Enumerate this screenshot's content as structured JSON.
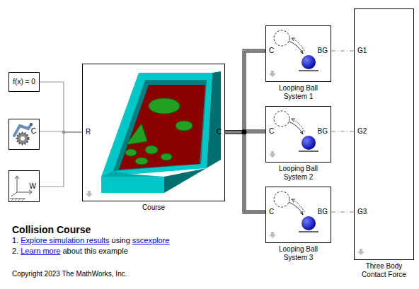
{
  "diagram": {
    "title": "Collision Course",
    "nodes": [
      {
        "text": [
          "f(x) = 0"
        ]
      },
      {
        "text": [
          "C"
        ]
      },
      {
        "text": [
          "W"
        ]
      },
      {
        "text": [
          "R",
          "C",
          "Course"
        ]
      },
      {
        "text": [
          "C",
          "BG",
          "Looping Ball System 1"
        ]
      },
      {
        "text": [
          "C",
          "BG",
          "Looping Ball System 2"
        ]
      },
      {
        "text": [
          "C",
          "BG",
          "Looping Ball System 3"
        ]
      },
      {
        "text": [
          "G1",
          "G2",
          "G3",
          "Three Body Contact Force"
        ]
      }
    ],
    "edges": [
      {
        "from": 0,
        "to": 3,
        "arrow": "none"
      },
      {
        "from": 1,
        "to": 3,
        "arrow": "none"
      },
      {
        "from": 2,
        "to": 3,
        "arrow": "none"
      },
      {
        "from": 3,
        "to": 4,
        "arrow": "none"
      },
      {
        "from": 3,
        "to": 5,
        "arrow": "none"
      },
      {
        "from": 3,
        "to": 6,
        "arrow": "none"
      },
      {
        "from": 4,
        "to": 7,
        "arrow": "none"
      },
      {
        "from": 5,
        "to": 7,
        "arrow": "none"
      },
      {
        "from": 6,
        "to": 7,
        "arrow": "none"
      }
    ],
    "labels": [
      "1.",
      "Explore simulation results",
      "using",
      "sscexplore",
      "2.",
      "Learn more",
      "about this example",
      "Copyright 2023 The MathWorks, Inc."
    ]
  }
}
